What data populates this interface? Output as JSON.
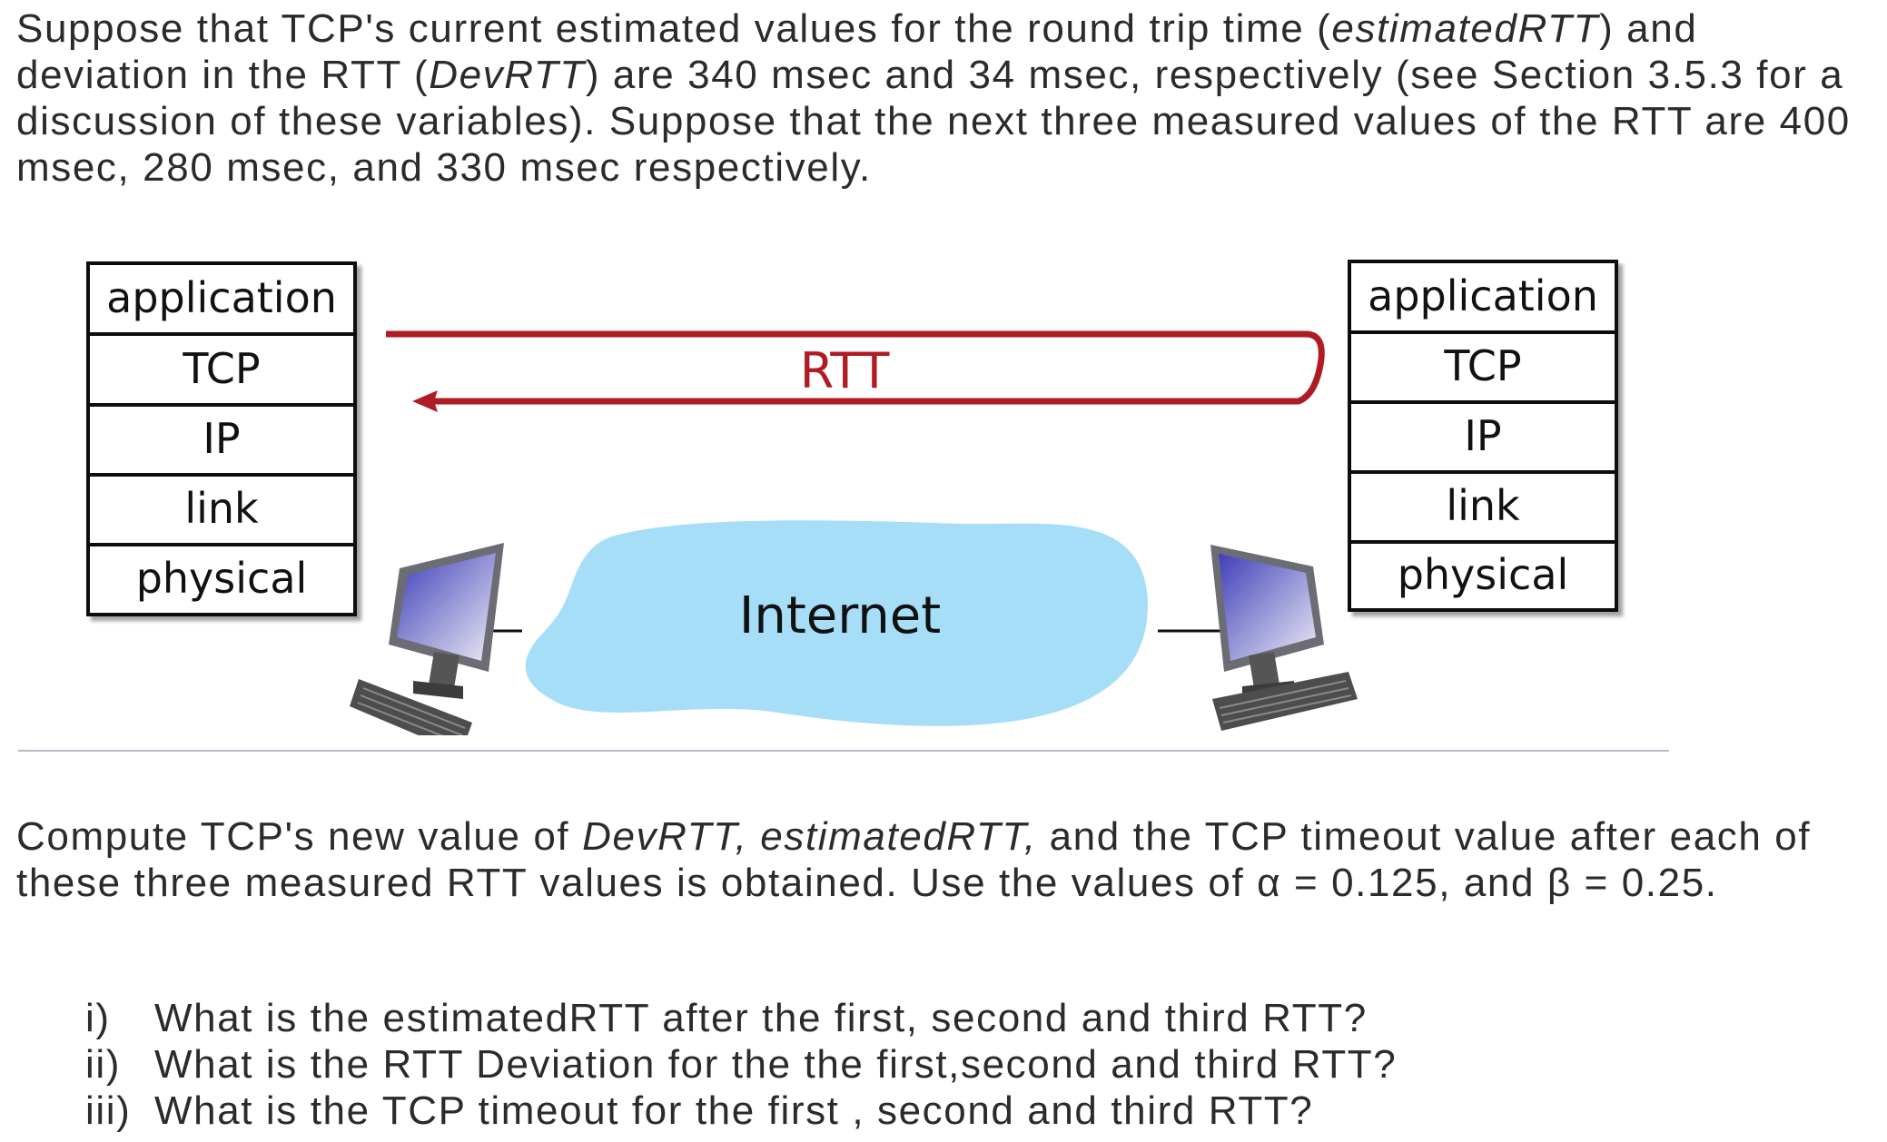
{
  "intro": {
    "t1": "Suppose that TCP's current estimated values for the round trip time (",
    "t1_em": "estimatedRTT",
    "t2": ") and deviation in the RTT (",
    "t2_em": "DevRTT",
    "t3": ") are 340 msec and 34 msec, respectively (see Section 3.5.3 for a discussion of these variables). Suppose that the next three measured values of the RTT are 400 msec, 280 msec, and 330 msec respectively."
  },
  "diagram": {
    "left_stack": [
      "application",
      "TCP",
      "IP",
      "link",
      "physical"
    ],
    "right_stack": [
      "application",
      "TCP",
      "IP",
      "link",
      "physical"
    ],
    "rtt_label": "RTT",
    "cloud_label": "Internet",
    "colors": {
      "arrow": "#b01c24",
      "cloud": "#a6def8",
      "stack_border": "#111111"
    },
    "icons": [
      "computer-icon-left",
      "computer-icon-right"
    ]
  },
  "compute": {
    "t1": "Compute TCP's new value of ",
    "t1_em": "DevRTT, estimatedRTT,",
    "t2": " and the TCP timeout value after each of these three measured RTT values is obtained. Use the values of α = 0.125, and β = 0.25."
  },
  "questions": [
    {
      "num": "i)",
      "text": "What is the estimatedRTT after the first, second and third RTT?"
    },
    {
      "num": "ii)",
      "text": "What is the RTT Deviation for the the first,second and third RTT?"
    },
    {
      "num": "iii)",
      "text": "What is the TCP timeout for the first , second and third RTT?"
    }
  ]
}
